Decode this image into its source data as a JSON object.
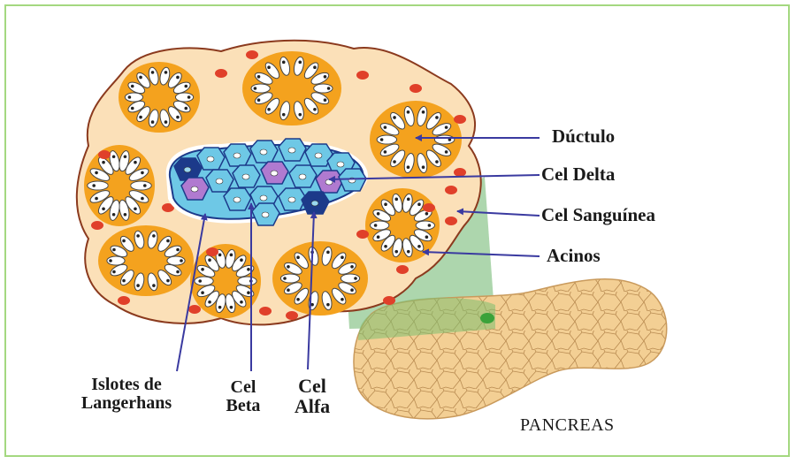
{
  "labels": {
    "ductulo": "Dúctulo",
    "cel_delta": "Cel Delta",
    "cel_sanguinea": "Cel Sanguínea",
    "acinos": "Acinos",
    "islotes_1": "Islotes de",
    "islotes_2": "Langerhans",
    "beta_1": "Cel",
    "beta_2": "Beta",
    "alfa_1": "Cel",
    "alfa_2": "Alfa",
    "pancreas": "PANCREAS"
  },
  "colors": {
    "frame_border": "#a4d880",
    "tissue_fill": "#fbe0b8",
    "tissue_outline": "#8b3a1e",
    "acinus_orange": "#f4a21e",
    "acinus_cell": "#ffffff",
    "blood_cell": "#e0402a",
    "islet_beta": "#6ec8e6",
    "islet_alpha": "#1c3a8a",
    "islet_delta": "#b07ad0",
    "pointer_line": "#3a3aa0",
    "projection_green": "#6ab46a",
    "pancreas_fill": "#f3cf94"
  },
  "icons": [
    "arrow-pointer"
  ]
}
